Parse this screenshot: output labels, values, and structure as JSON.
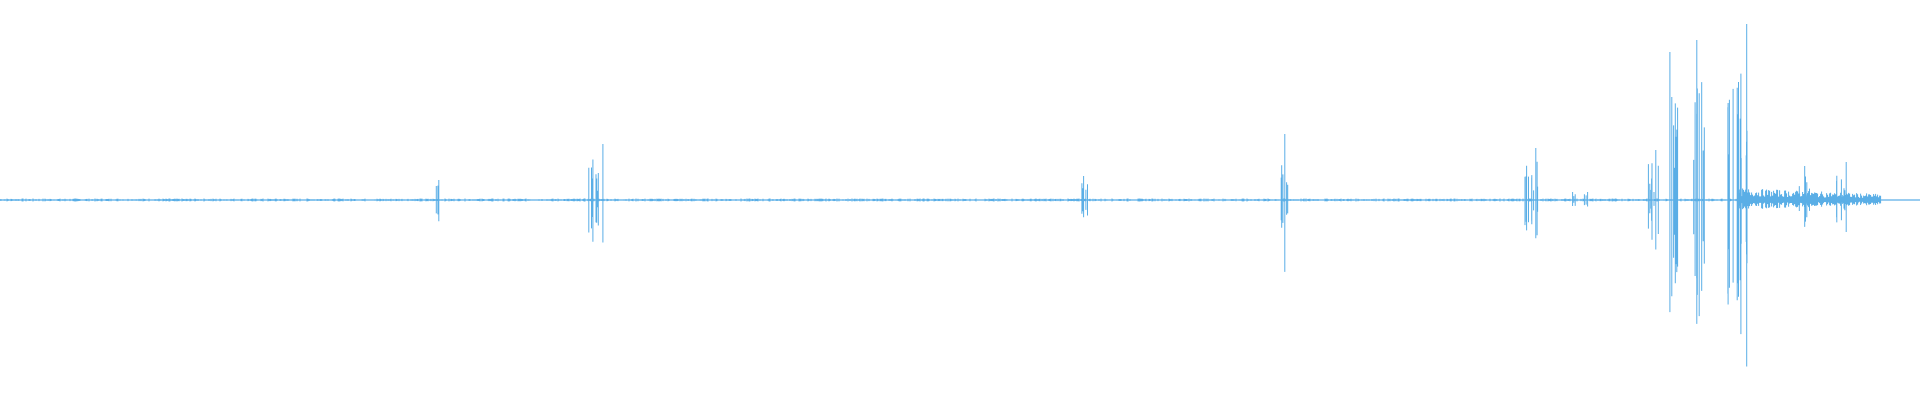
{
  "waveform": {
    "color": "#5aaee6",
    "background": "#ffffff",
    "duration_fraction_drawn": 0.98,
    "bursts": [
      {
        "at": 0.229,
        "peak": 0.1,
        "spread": 0.002,
        "density": 4
      },
      {
        "at": 0.31,
        "peak": 0.28,
        "spread": 0.004,
        "density": 10
      },
      {
        "at": 0.565,
        "peak": 0.12,
        "spread": 0.002,
        "density": 5
      },
      {
        "at": 0.669,
        "peak": 0.33,
        "spread": 0.002,
        "density": 6
      },
      {
        "at": 0.797,
        "peak": 0.26,
        "spread": 0.004,
        "density": 10
      },
      {
        "at": 0.82,
        "peak": 0.04,
        "spread": 0.001,
        "density": 3
      },
      {
        "at": 0.826,
        "peak": 0.04,
        "spread": 0.001,
        "density": 3
      },
      {
        "at": 0.861,
        "peak": 0.25,
        "spread": 0.003,
        "density": 8
      },
      {
        "at": 0.872,
        "peak": 0.74,
        "spread": 0.003,
        "density": 10
      },
      {
        "at": 0.885,
        "peak": 0.8,
        "spread": 0.003,
        "density": 10
      },
      {
        "at": 0.905,
        "peak": 0.88,
        "spread": 0.006,
        "density": 18
      },
      {
        "at": 0.94,
        "peak": 0.17,
        "spread": 0.003,
        "density": 6
      },
      {
        "at": 0.959,
        "peak": 0.19,
        "spread": 0.003,
        "density": 6
      }
    ],
    "tail": {
      "start": 0.905,
      "end": 1.0,
      "amplitude": 0.06
    }
  }
}
